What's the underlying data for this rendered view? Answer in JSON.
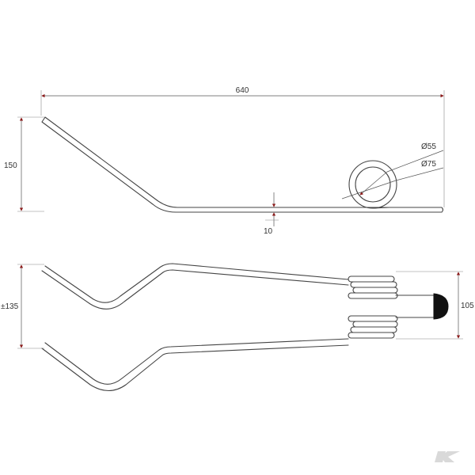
{
  "dimensions": {
    "overall_length": "640",
    "height_side": "150",
    "wire_offset": "10",
    "inner_coil_diameter": "Ø55",
    "outer_coil_diameter": "Ø75",
    "tine_spread": "±135",
    "coil_width": "105"
  },
  "colors": {
    "line": "#444444",
    "arrow": "#8b1a1a",
    "cap": "#111111",
    "logo": "#d9d9d9"
  },
  "logo": {
    "icon": "brand-k-logo-icon"
  }
}
